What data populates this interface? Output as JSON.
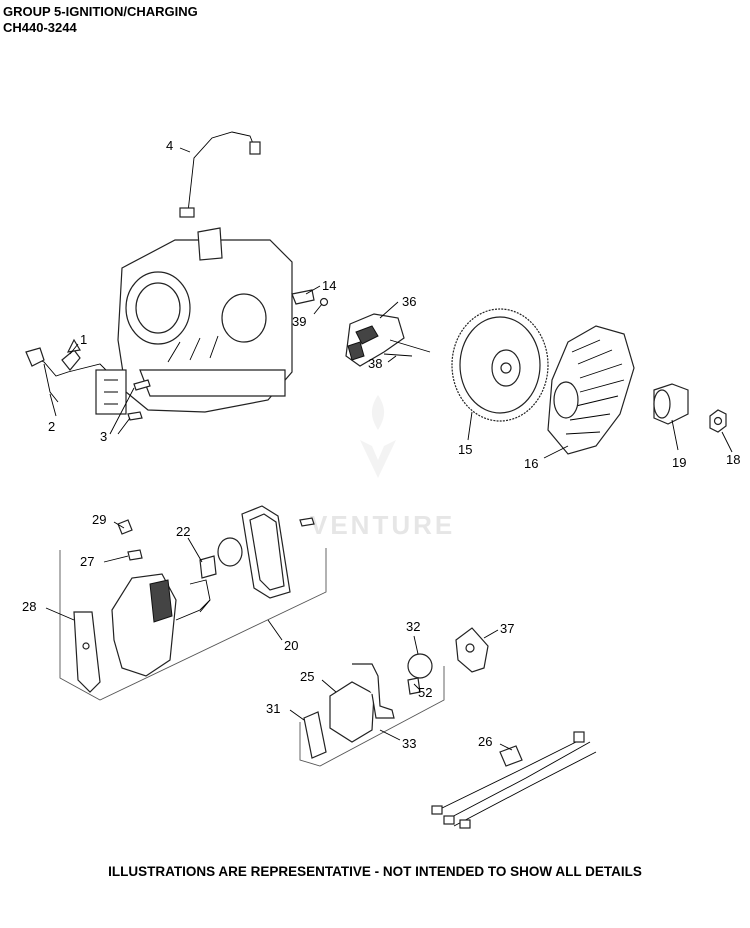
{
  "header": {
    "title": "GROUP 5-IGNITION/CHARGING",
    "subtitle": "CH440-3244"
  },
  "watermark": {
    "text": "VENTURE"
  },
  "callouts": {
    "c1": "1",
    "c2": "2",
    "c3": "3",
    "c4": "4",
    "c14": "14",
    "c15": "15",
    "c16": "16",
    "c18": "18",
    "c19": "19",
    "c20": "20",
    "c22": "22",
    "c25": "25",
    "c26": "26",
    "c27": "27",
    "c28": "28",
    "c29": "29",
    "c31": "31",
    "c32": "32",
    "c33": "33",
    "c36": "36",
    "c37": "37",
    "c38": "38",
    "c39": "39",
    "c52": "52"
  },
  "footer": {
    "note": "ILLUSTRATIONS ARE REPRESENTATIVE - NOT INTENDED TO SHOW ALL DETAILS"
  }
}
